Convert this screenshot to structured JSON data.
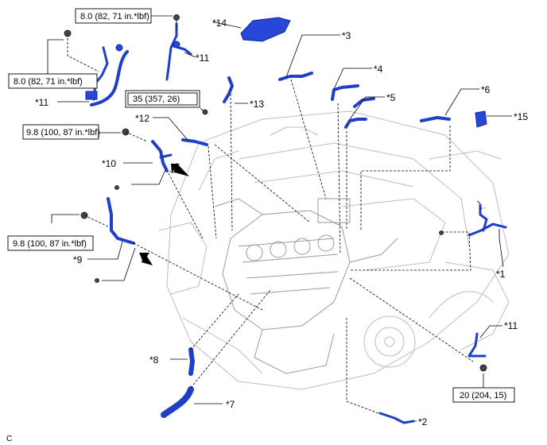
{
  "diagram": {
    "figure_code": "C",
    "callouts": {
      "c1": "*1",
      "c2": "*2",
      "c3": "*3",
      "c4": "*4",
      "c5": "*5",
      "c6": "*6",
      "c7": "*7",
      "c8": "*8",
      "c9": "*9",
      "c10": "*10",
      "c11a": "*11",
      "c11b": "*11",
      "c11c": "*11",
      "c12": "*12",
      "c13": "*13",
      "c14": "*14",
      "c15": "*15"
    },
    "torque_specs": {
      "t1": "8.0 (82, 71 in.*lbf)",
      "t2": "8.0 (82, 71 in.*lbf)",
      "t3": "35 (357, 26)",
      "t4": "9.8 (100, 87 in.*lbf)",
      "t5": "9.8 (100, 87 in.*lbf)",
      "t6": "20 (204, 15)"
    },
    "colors": {
      "part": "#2747d8",
      "leader": "#000000",
      "engine": "#bdbdbd"
    }
  }
}
